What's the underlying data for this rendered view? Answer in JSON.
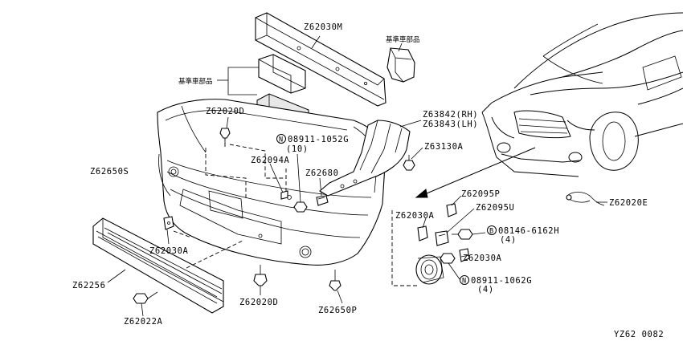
{
  "labels": {
    "reinforcement": "Z62030M",
    "absorber_note": "基準車部品",
    "bracket_note": "基準車部品",
    "clip_top": "Z62020D",
    "fender_protector_rh": "Z63842(RH)",
    "fender_protector_lh": "Z63843(LH)",
    "nut_top_circle": "N",
    "nut_top_part": "08911-1052G",
    "nut_top_qty": "(10)",
    "screw_side": "Z63130A",
    "bracket_center": "Z62094A",
    "bracket_small": "Z62680",
    "bumper_fascia": "Z62650S",
    "grille_bracket_left": "Z62030A",
    "grille": "Z62256",
    "screw_bottom": "Z62022A",
    "clip_bottom": "Z62020D",
    "screw_bottom_right": "Z62650P",
    "retainer": "Z62095P",
    "retainer_u": "Z62095U",
    "bracket_fog_top": "Z62030A",
    "bolt_circle": "B",
    "bolt_part": "08146-6162H",
    "bolt_qty": "(4)",
    "bracket_fog_bottom": "Z62030A",
    "nut_fog_circle": "N",
    "nut_fog_part": "08911-1062G",
    "nut_fog_qty": "(4)",
    "clip_tie": "Z62020E",
    "diagram_code": "YZ62 0082"
  }
}
